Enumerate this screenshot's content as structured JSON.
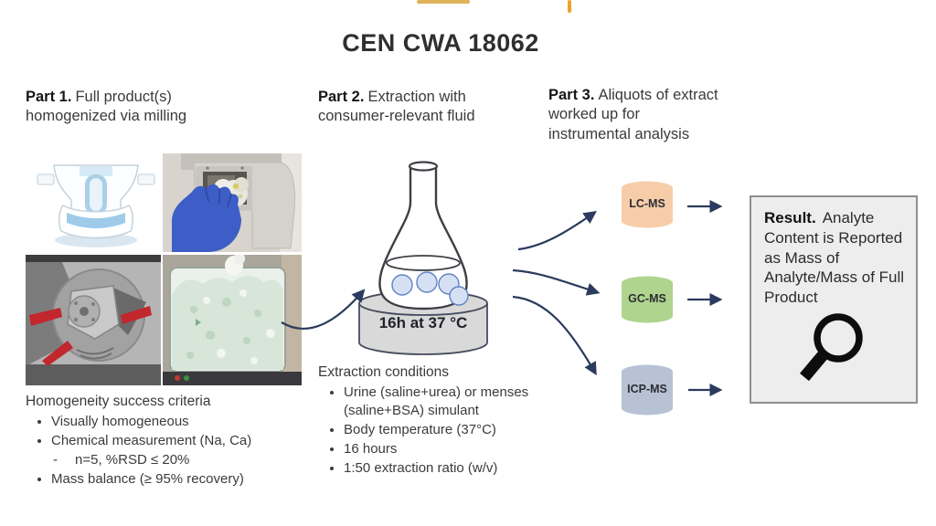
{
  "title": "CEN CWA 18062",
  "part1": {
    "heading_label": "Part 1.",
    "heading_text": "Full product(s) homogenized via milling",
    "criteria_heading": "Homogeneity success criteria",
    "criteria": [
      {
        "text": "Visually homogeneous"
      },
      {
        "text": "Chemical measurement (Na, Ca)",
        "sub": "n=5, %RSD ≤ 20%"
      },
      {
        "text": "Mass balance (≥ 95% recovery)"
      }
    ]
  },
  "part2": {
    "heading_label": "Part 2.",
    "heading_text": "Extraction with consumer-relevant fluid",
    "platform_label": "16h at 37 °C",
    "conditions_heading": "Extraction conditions",
    "conditions": [
      "Urine (saline+urea) or menses (saline+BSA) simulant",
      "Body temperature (37°C)",
      "16 hours",
      "1:50 extraction ratio (w/v)"
    ]
  },
  "part3": {
    "heading_label": "Part 3.",
    "heading_text": "Aliquots of extract worked up for instrumental analysis",
    "instruments": [
      {
        "name": "LC-MS",
        "fill": "#f6cda8",
        "stroke": "#998fae"
      },
      {
        "name": "GC-MS",
        "fill": "#aed48e",
        "stroke": "#6f9757"
      },
      {
        "name": "ICP-MS",
        "fill": "#b7c2d4",
        "stroke": "#7e89a5"
      }
    ]
  },
  "result": {
    "label": "Result.",
    "text": "Analyte Content is Reported as Mass of Analyte/Mass of Full Product"
  },
  "colors": {
    "arrow": "#2b3a5e",
    "flask_stroke": "#3d4046",
    "platform_fill": "#d9d9d9",
    "platform_stroke": "#474c60",
    "result_box_bg": "#ededed",
    "accent_orange": "#eda32f"
  },
  "icons": {
    "magnifier": "magnifying-glass-icon",
    "flask": "erlenmeyer-flask-icon",
    "cylinder": "database-cylinder-icon"
  }
}
